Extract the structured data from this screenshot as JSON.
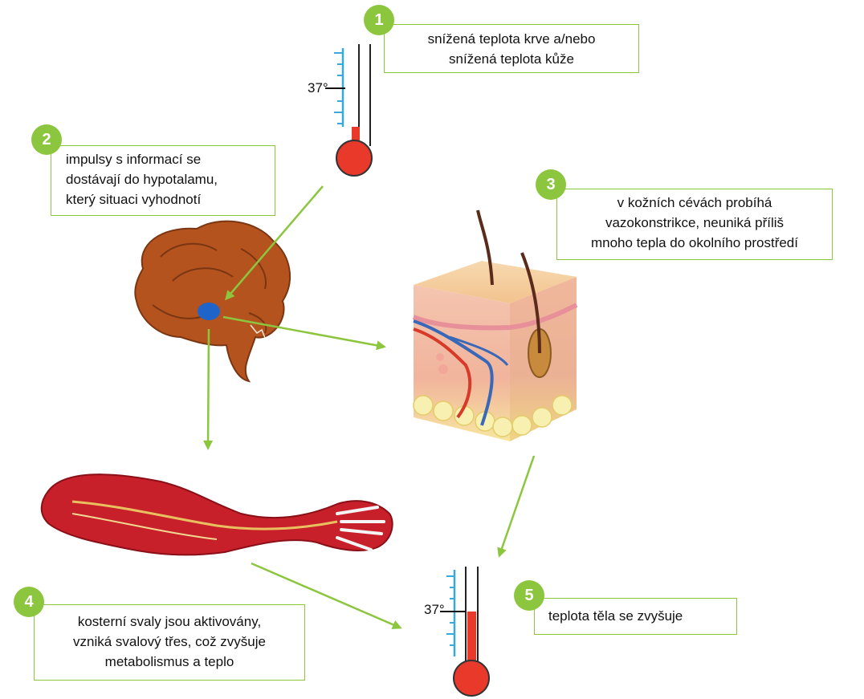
{
  "steps": [
    {
      "number": "1",
      "text_lines": [
        "snížená teplota krve a/nebo",
        "snížená teplota kůže"
      ]
    },
    {
      "number": "2",
      "text_lines": [
        "impulsy s informací se",
        "dostávají do hypotalamu,",
        "který situaci vyhodnotí"
      ]
    },
    {
      "number": "3",
      "text_lines": [
        "v kožních cévách probíhá",
        "vazokonstrikce, neuniká příliš",
        "mnoho tepla do okolního prostředí"
      ]
    },
    {
      "number": "4",
      "text_lines": [
        "kosterní svaly jsou aktivovány,",
        "vzniká svalový třes, což zvyšuje",
        "metabolismus a teplo"
      ]
    },
    {
      "number": "5",
      "text_lines": [
        "teplota těla se zvyšuje"
      ]
    }
  ],
  "thermometers": [
    {
      "label": "37°",
      "level": "low"
    },
    {
      "label": "37°",
      "level": "high"
    }
  ],
  "colors": {
    "accent": "#8cc63f",
    "mercury": "#e8392b",
    "scale": "#39a9dc",
    "brain": "#b5531f",
    "muscle": "#c8202a"
  }
}
